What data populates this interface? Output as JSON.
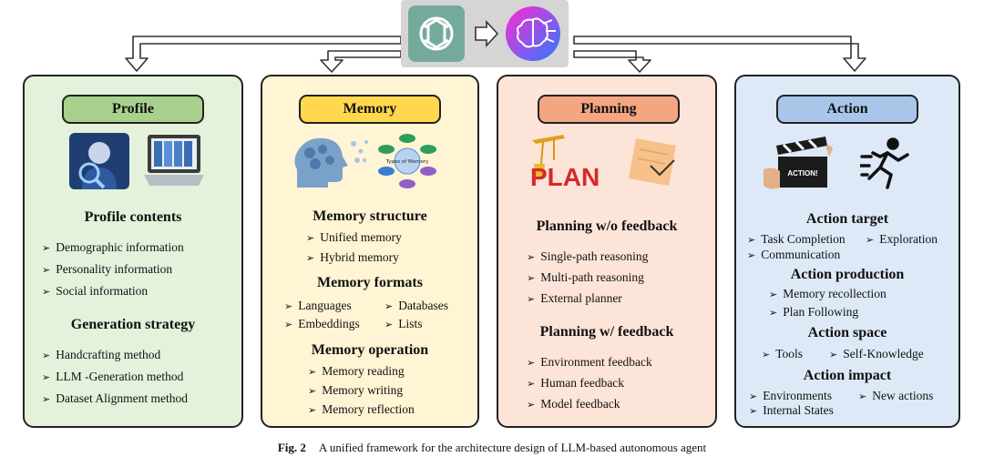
{
  "colors": {
    "profile_bg": "#e4f2dc",
    "profile_title": "#a9d18e",
    "memory_bg": "#fff4d4",
    "memory_title": "#ffd84d",
    "planning_bg": "#fde4d8",
    "planning_title": "#f4a582",
    "action_bg": "#dde9f7",
    "action_title": "#a9c6ea"
  },
  "profile": {
    "title": "Profile",
    "contents_heading": "Profile contents",
    "contents": [
      "Demographic information",
      "Personality information",
      "Social information"
    ],
    "strategy_heading": "Generation strategy",
    "strategy": [
      "Handcrafting method",
      "LLM -Generation method",
      "Dataset Alignment method"
    ]
  },
  "memory": {
    "title": "Memory",
    "image_label": "Types of Memory",
    "structure_heading": "Memory structure",
    "structure": [
      "Unified memory",
      "Hybrid memory"
    ],
    "formats_heading": "Memory formats",
    "formats": [
      "Languages",
      "Databases",
      "Embeddings",
      "Lists"
    ],
    "operation_heading": "Memory operation",
    "operation": [
      "Memory reading",
      "Memory writing",
      "Memory reflection"
    ]
  },
  "planning": {
    "title": "Planning",
    "image_label": "PLAN",
    "wo_heading": "Planning w/o feedback",
    "wo": [
      "Single-path reasoning",
      "Multi-path reasoning",
      "External planner"
    ],
    "w_heading": "Planning w/ feedback",
    "w": [
      "Environment feedback",
      "Human feedback",
      "Model feedback"
    ]
  },
  "action": {
    "title": "Action",
    "image_label": "ACTION!",
    "target_heading": "Action target",
    "target": [
      "Task Completion",
      "Exploration",
      "Communication"
    ],
    "production_heading": "Action production",
    "production": [
      "Memory recollection",
      "Plan Following"
    ],
    "space_heading": "Action space",
    "space": [
      "Tools",
      "Self-Knowledge"
    ],
    "impact_heading": "Action impact",
    "impact": [
      "Environments",
      "New actions",
      "Internal States"
    ]
  },
  "caption": {
    "label": "Fig. 2",
    "text": "A unified framework for the architecture design of LLM-based autonomous agent"
  }
}
